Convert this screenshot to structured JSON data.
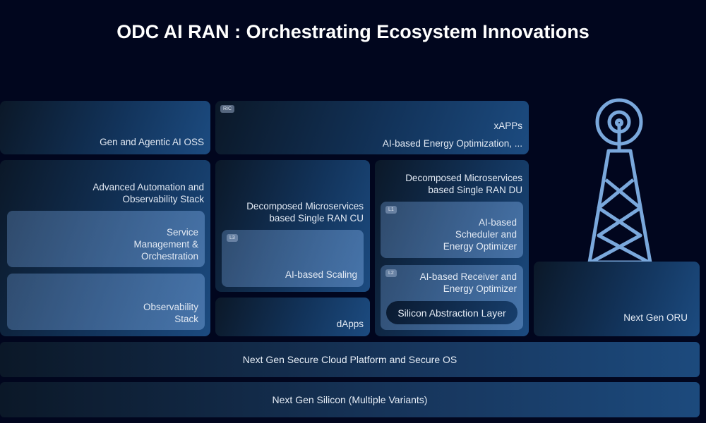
{
  "title": "ODC AI RAN : Orchestrating Ecosystem Innovations",
  "oss": "Gen and Agentic AI OSS",
  "ric": {
    "badge": "RIC",
    "title": "xAPPs",
    "subtitle": "AI-based Energy Optimization, ..."
  },
  "automation": {
    "title1": "Advanced Automation and",
    "title2": "Observability Stack",
    "smo1": "Service",
    "smo2": "Management &",
    "smo3": "Orchestration",
    "obs1": "Observability",
    "obs2": "Stack"
  },
  "cu": {
    "title1": "Decomposed Microservices",
    "title2": "based Single RAN CU",
    "badge": "L3",
    "inner": "AI-based Scaling"
  },
  "dapps": "dApps",
  "du": {
    "title1": "Decomposed Microservices",
    "title2": "based Single RAN DU",
    "l1_badge": "L1",
    "l1_1": "AI-based",
    "l1_2": "Scheduler and",
    "l1_3": "Energy Optimizer",
    "l2_badge": "L2",
    "l2_1": "AI-based Receiver and",
    "l2_2": "Energy Optimizer",
    "sal": "Silicon Abstraction Layer"
  },
  "oru": "Next Gen ORU",
  "cloud": "Next Gen Secure Cloud Platform and Secure OS",
  "silicon": "Next Gen Silicon (Multiple Variants)",
  "colors": {
    "tower": "#7aa8dc"
  }
}
